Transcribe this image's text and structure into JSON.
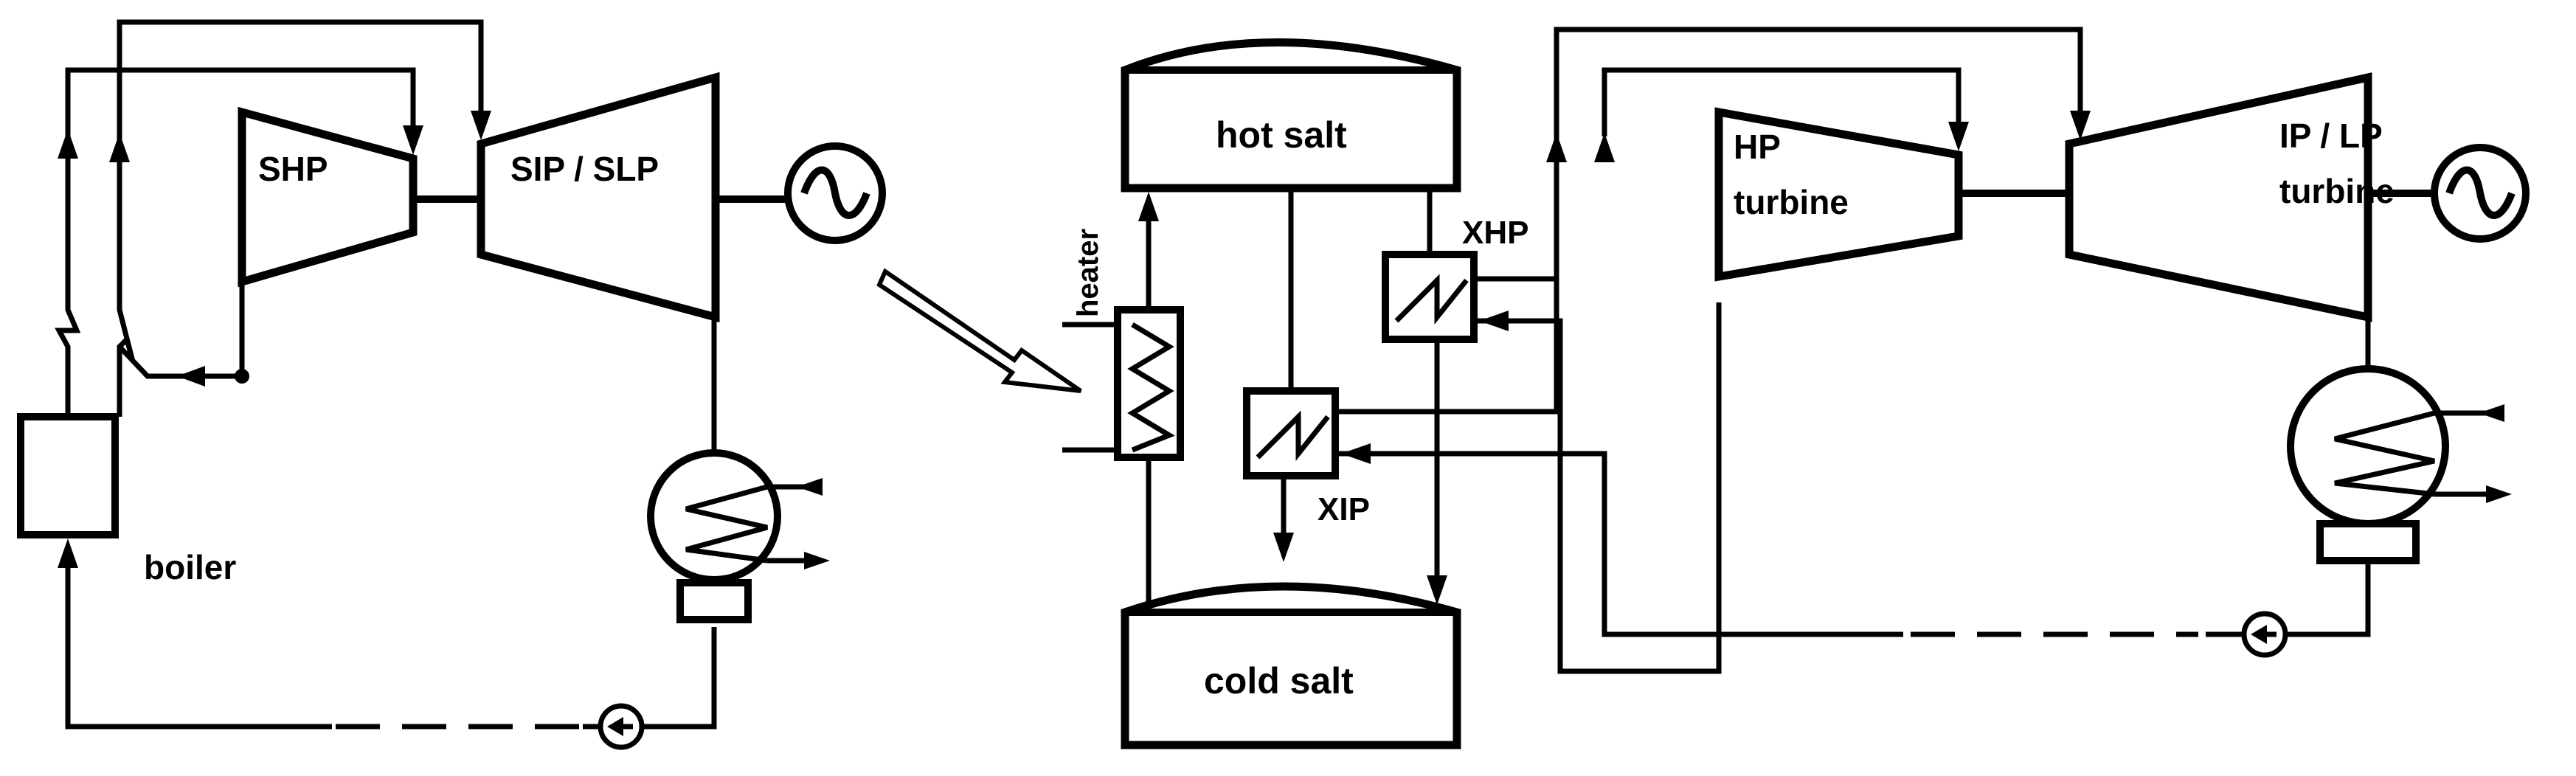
{
  "labels": {
    "shp": "SHP",
    "sip_slp": "SIP / SLP",
    "boiler": "boiler",
    "heater": "heater",
    "hot_salt": "hot salt",
    "cold_salt": "cold salt",
    "xhp": "XHP",
    "xip": "XIP",
    "hp_line1": "HP",
    "hp_line2": "turbine",
    "iplp_line1": "IP / LP",
    "iplp_line2": "turbine"
  },
  "icons": {
    "generator": "generator-sine-icon",
    "pump": "pump-circle-arrow-icon",
    "condenser": "condenser-coil-icon",
    "heat_exchanger": "heat-exchanger-zigzag-icon",
    "conversion_arrow": "hollow-arrow-icon"
  }
}
